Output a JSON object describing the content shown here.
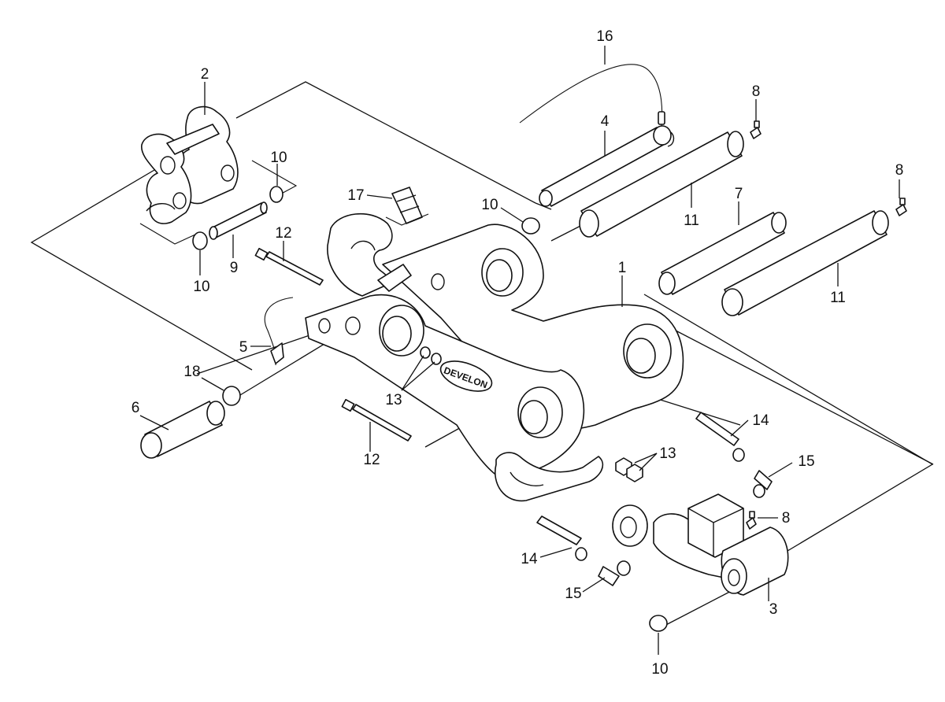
{
  "diagram": {
    "background": "#ffffff",
    "ink": "#111111",
    "brand_text": "DEVELON",
    "callouts": [
      {
        "id": "c1",
        "text": "1"
      },
      {
        "id": "c2",
        "text": "2"
      },
      {
        "id": "c3",
        "text": "3"
      },
      {
        "id": "c4",
        "text": "4"
      },
      {
        "id": "c5",
        "text": "5"
      },
      {
        "id": "c6",
        "text": "6"
      },
      {
        "id": "c7",
        "text": "7"
      },
      {
        "id": "c8a",
        "text": "8"
      },
      {
        "id": "c8b",
        "text": "8"
      },
      {
        "id": "c8c",
        "text": "8"
      },
      {
        "id": "c9",
        "text": "9"
      },
      {
        "id": "c10a",
        "text": "10"
      },
      {
        "id": "c10b",
        "text": "10"
      },
      {
        "id": "c10c",
        "text": "10"
      },
      {
        "id": "c10d",
        "text": "10"
      },
      {
        "id": "c11a",
        "text": "11"
      },
      {
        "id": "c11b",
        "text": "11"
      },
      {
        "id": "c12a",
        "text": "12"
      },
      {
        "id": "c12b",
        "text": "12"
      },
      {
        "id": "c13a",
        "text": "13"
      },
      {
        "id": "c13b",
        "text": "13"
      },
      {
        "id": "c14a",
        "text": "14"
      },
      {
        "id": "c14b",
        "text": "14"
      },
      {
        "id": "c15a",
        "text": "15"
      },
      {
        "id": "c15b",
        "text": "15"
      },
      {
        "id": "c16",
        "text": "16"
      },
      {
        "id": "c17",
        "text": "17"
      },
      {
        "id": "c18",
        "text": "18"
      }
    ]
  }
}
